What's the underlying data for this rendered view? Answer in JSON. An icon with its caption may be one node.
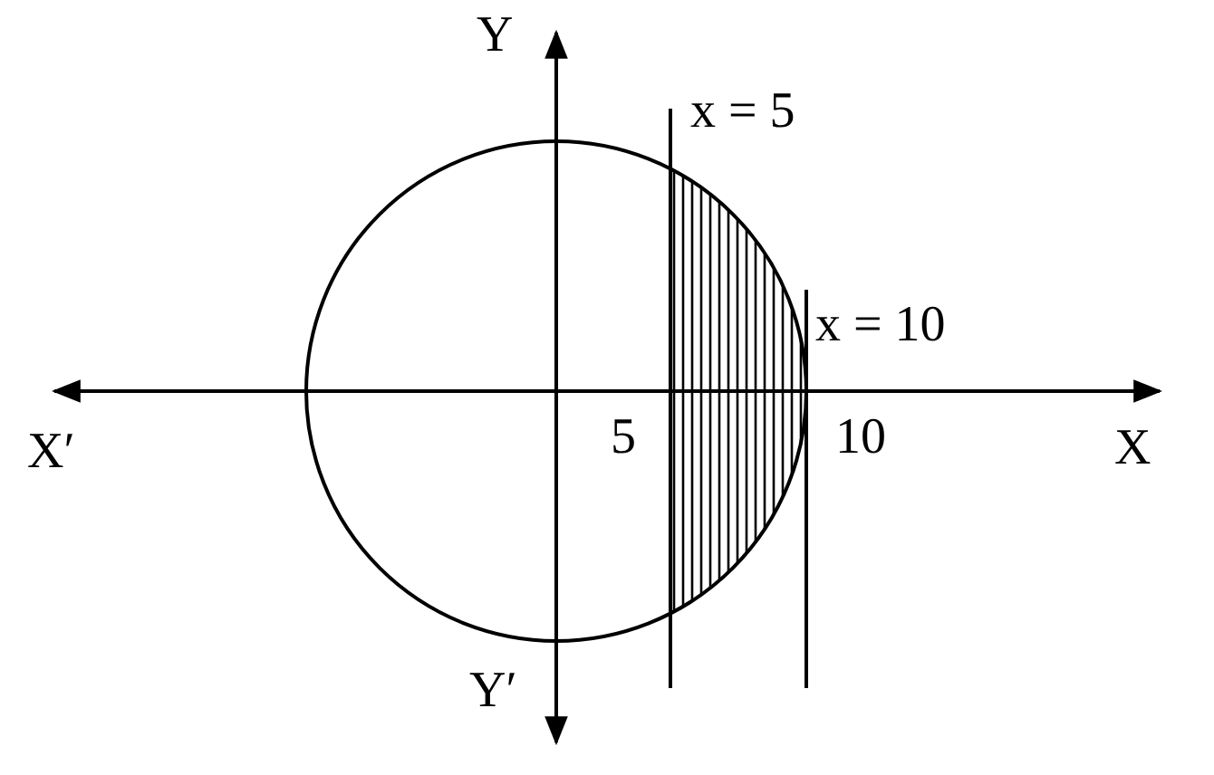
{
  "diagram": {
    "labels": [
      "Y",
      "x = 5",
      "x = 10",
      "X′",
      "5",
      "10",
      "X",
      "Y′"
    ]
  }
}
